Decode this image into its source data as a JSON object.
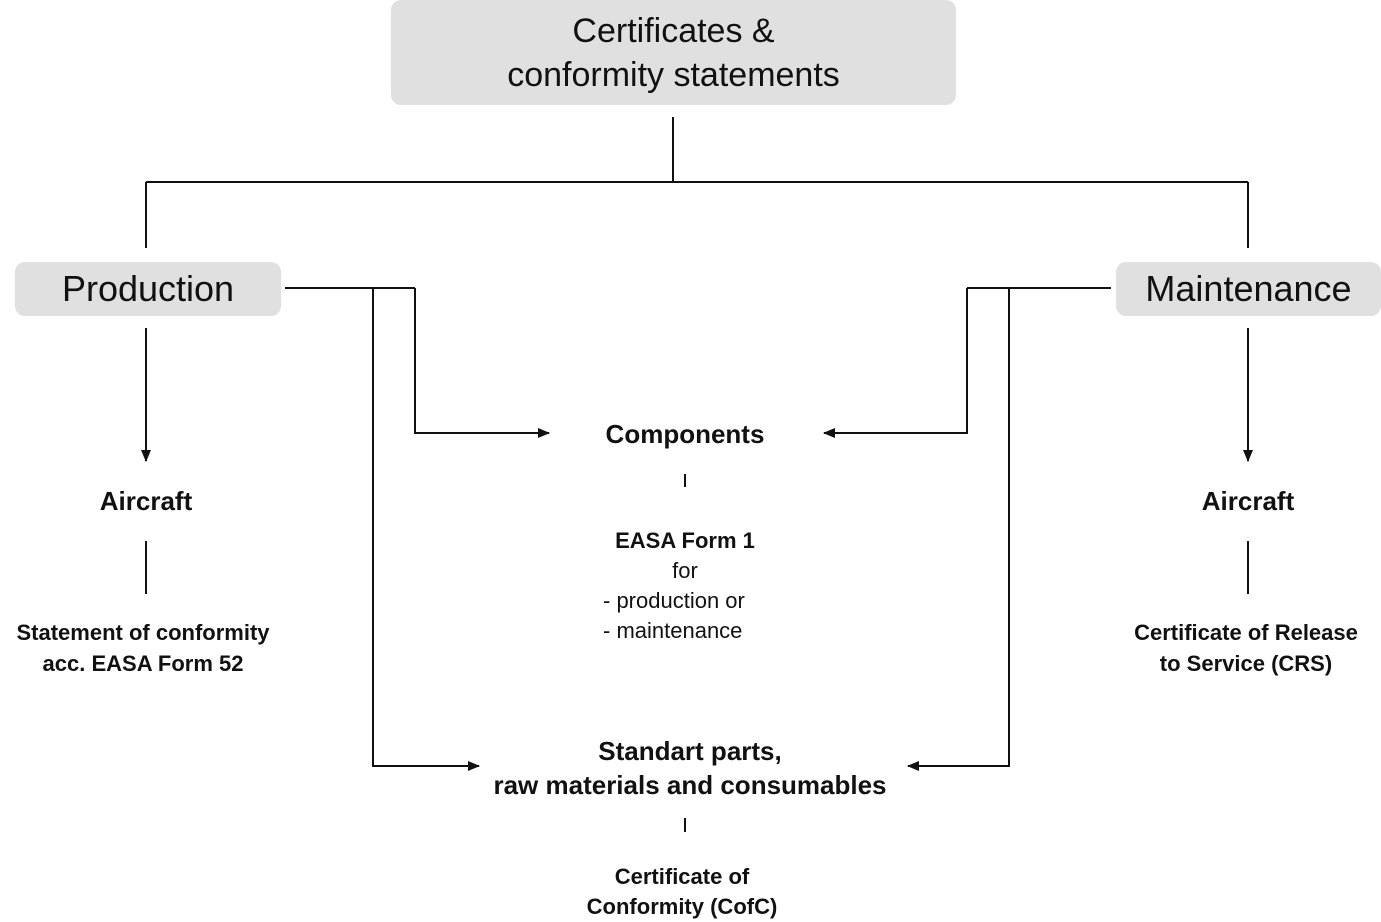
{
  "top": {
    "line1": "Certificates &",
    "line2": "conformity statements"
  },
  "production": {
    "label": "Production",
    "aircraft": "Aircraft",
    "statement_line1": "Statement of conformity",
    "statement_line2": "acc. EASA Form 52"
  },
  "maintenance": {
    "label": "Maintenance",
    "aircraft": "Aircraft",
    "crs_line1": "Certificate of Release",
    "crs_line2": "to Service (CRS)"
  },
  "components": {
    "title": "Components",
    "form": "EASA Form 1",
    "for": "for",
    "item1": "- production or",
    "item2": "- maintenance"
  },
  "standard_parts": {
    "title_line1": "Standart parts,",
    "title_line2": "raw materials and consumables",
    "cert_line1": "Certificate of",
    "cert_line2": "Conformity (CofC)"
  }
}
